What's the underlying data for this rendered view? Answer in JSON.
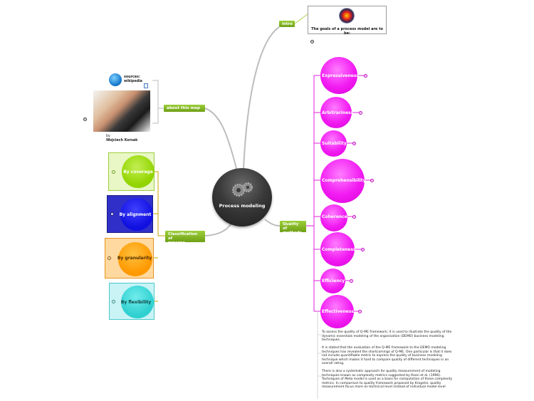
{
  "center": {
    "label": "Process modeling"
  },
  "intro": {
    "label": "intro",
    "box_text": "The goals of a process model are to be:"
  },
  "about": {
    "label": "about this map",
    "sources_line1": "sources:",
    "sources_line2": "wikipedia",
    "by": "by",
    "author": "Wojciech Korsak"
  },
  "quality": {
    "label_line1": "Quality of",
    "label_line2": "methods",
    "items": [
      {
        "label": "Expressiveness"
      },
      {
        "label": "Arbitrariness"
      },
      {
        "label": "Suitability"
      },
      {
        "label": "Comprehensibility"
      },
      {
        "label": "Coherence"
      },
      {
        "label": "Completeness"
      },
      {
        "label": "Efficiency"
      },
      {
        "label": "Effectiveness"
      }
    ],
    "notes": [
      "To assess the quality of Q-ME framework; it is used to illustrate the quality of the dynamic essentials modeling of the organisation (DEMO) business modeling techniques.",
      "It is stated that the evaluation of the Q-ME framework to the DEMO modeling techniques has revealed the shortcomings of Q-ME. One particular is that it does not include quantifiable metric to express the quality of business modeling technique which makes it hard to compare quality of different techniques in an overall rating.",
      "There is also a systematic approach for quality measurement of modeling techniques known as complexity metrics suggested by Rossi et al. (1996). Techniques of Meta model is used as a basis for computation of these complexity metrics. In comparison to quality framework proposed by Krogstie, quality measurement focus more on technical level instead of individual model level"
    ]
  },
  "classification": {
    "label_line1": "Classification of",
    "label_line2": "process models",
    "items": [
      {
        "label": "By coverage",
        "color": "#92d400",
        "box": "#e9f7c6",
        "border": "#9ccf3a"
      },
      {
        "label": "By alignment",
        "color": "#1010e0",
        "box": "#3030c8",
        "border": "#1a1a80"
      },
      {
        "label": "By granularity",
        "color": "#ff9900",
        "box": "#ffd9a0",
        "border": "#e69520"
      },
      {
        "label": "By flexibility",
        "color": "#2fd0d0",
        "box": "#c9f3f5",
        "border": "#4bc8cc"
      }
    ]
  },
  "colors": {
    "branch_green": "#8cbd26",
    "branch_pink": "#e020e0",
    "link_grey": "#b8b8b8"
  }
}
